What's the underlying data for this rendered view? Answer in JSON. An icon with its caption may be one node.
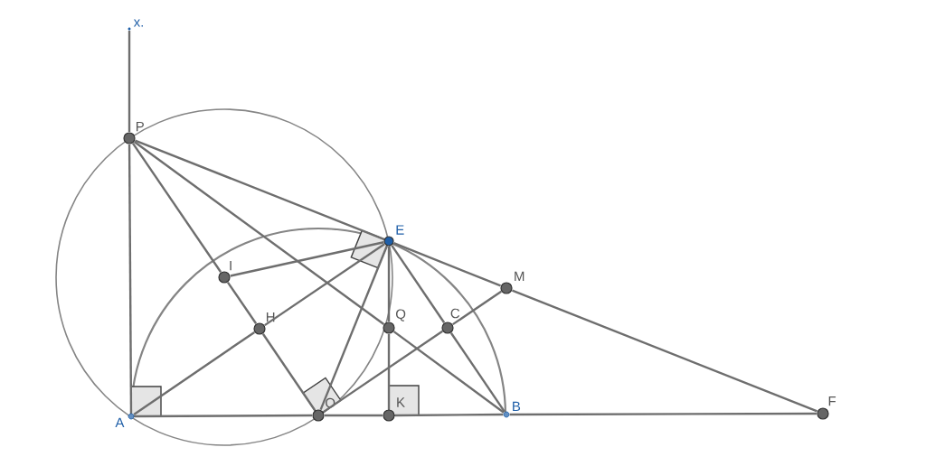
{
  "diagram": {
    "nodes": [
      {
        "text": [
          "x."
        ]
      },
      {
        "text": [
          "P"
        ]
      },
      {
        "text": [
          "E"
        ]
      },
      {
        "text": [
          "I"
        ]
      },
      {
        "text": [
          "M"
        ]
      },
      {
        "text": [
          "H"
        ]
      },
      {
        "text": [
          "Q"
        ]
      },
      {
        "text": [
          "C"
        ]
      },
      {
        "text": [
          "A"
        ]
      },
      {
        "text": [
          "O"
        ]
      },
      {
        "text": [
          "K"
        ]
      },
      {
        "text": [
          "B"
        ]
      },
      {
        "text": [
          "F"
        ]
      }
    ],
    "edges": [
      {
        "from": 8,
        "to": 1,
        "arrow": "none"
      },
      {
        "from": 1,
        "to": 0,
        "arrow": "none"
      },
      {
        "from": 1,
        "to": 2,
        "arrow": "none"
      },
      {
        "from": 2,
        "to": 4,
        "arrow": "none"
      },
      {
        "from": 4,
        "to": 12,
        "arrow": "none"
      },
      {
        "from": 1,
        "to": 3,
        "arrow": "none"
      },
      {
        "from": 3,
        "to": 5,
        "arrow": "none"
      },
      {
        "from": 5,
        "to": 9,
        "arrow": "none"
      },
      {
        "from": 1,
        "to": 6,
        "arrow": "none"
      },
      {
        "from": 6,
        "to": 11,
        "arrow": "none"
      },
      {
        "from": 8,
        "to": 5,
        "arrow": "none"
      },
      {
        "from": 5,
        "to": 2,
        "arrow": "none"
      },
      {
        "from": 2,
        "to": 7,
        "arrow": "none"
      },
      {
        "from": 7,
        "to": 11,
        "arrow": "none"
      },
      {
        "from": 9,
        "to": 7,
        "arrow": "none"
      },
      {
        "from": 7,
        "to": 4,
        "arrow": "none"
      },
      {
        "from": 2,
        "to": 9,
        "arrow": "none"
      },
      {
        "from": 3,
        "to": 2,
        "arrow": "none"
      },
      {
        "from": 2,
        "to": 6,
        "arrow": "none"
      },
      {
        "from": 6,
        "to": 10,
        "arrow": "none"
      },
      {
        "from": 8,
        "to": 9,
        "arrow": "none"
      },
      {
        "from": 9,
        "to": 10,
        "arrow": "none"
      },
      {
        "from": 10,
        "to": 11,
        "arrow": "none"
      },
      {
        "from": 11,
        "to": 12,
        "arrow": "none"
      }
    ]
  }
}
